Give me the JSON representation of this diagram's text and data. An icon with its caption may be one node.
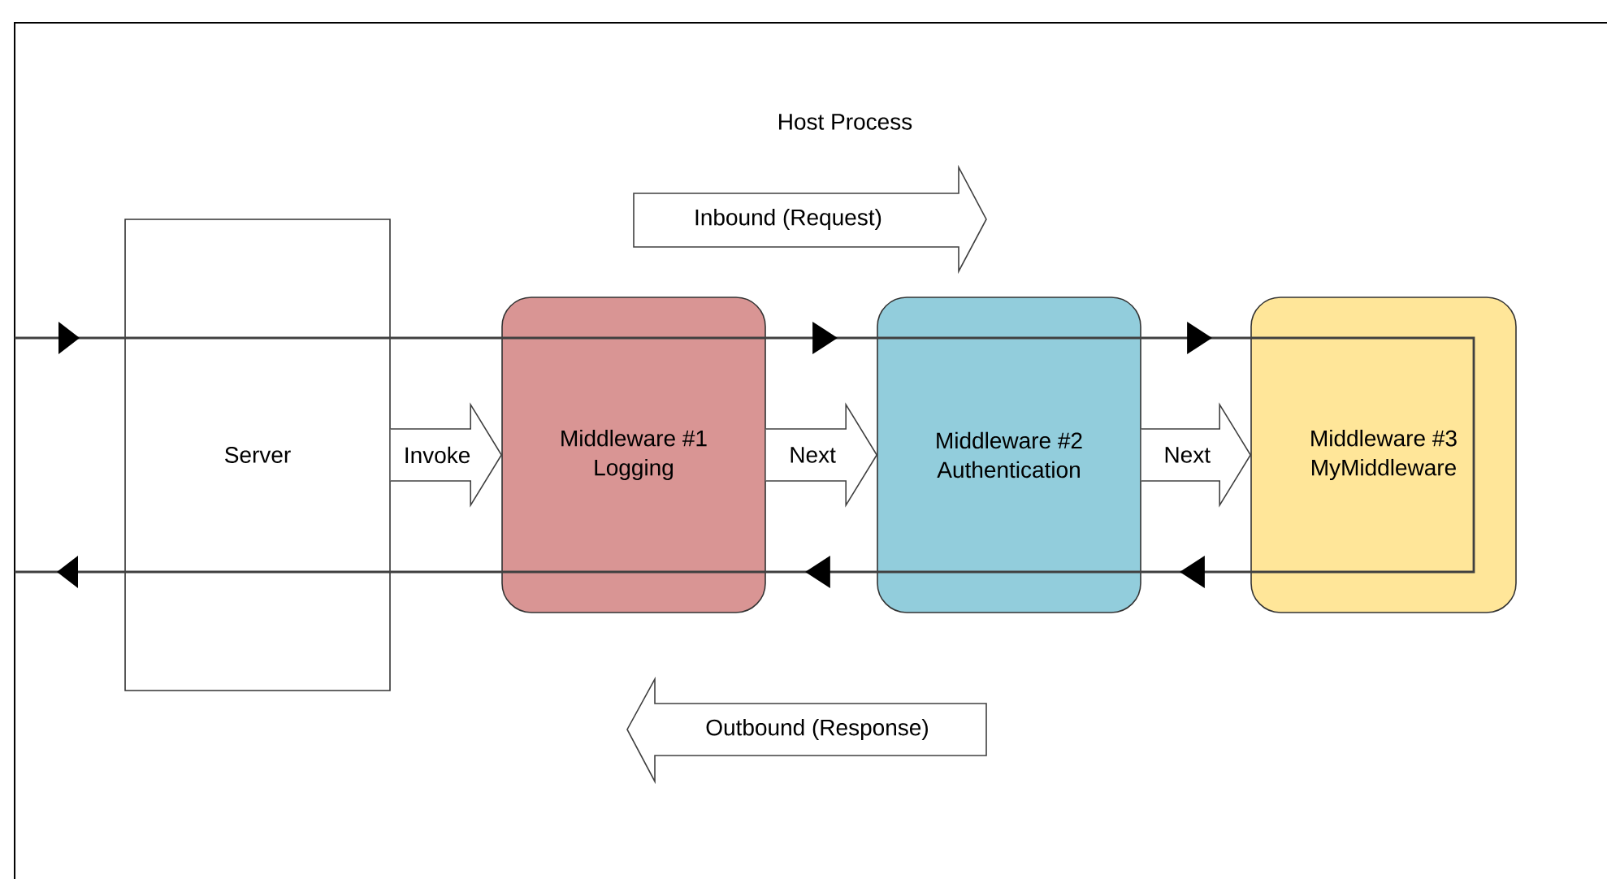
{
  "diagram": {
    "title": "Host Process",
    "nodes": [
      {
        "text": [
          "Server"
        ]
      },
      {
        "text": [
          "Middleware #1",
          "Logging"
        ]
      },
      {
        "text": [
          "Middleware #2",
          "Authentication"
        ]
      },
      {
        "text": [
          "Middleware #3",
          "MyMiddleware"
        ]
      }
    ],
    "edges": [
      {
        "from": 0,
        "to": 1,
        "arrow": "to",
        "label": "Invoke"
      },
      {
        "from": 1,
        "to": 2,
        "arrow": "to",
        "label": "Next"
      },
      {
        "from": 2,
        "to": 3,
        "arrow": "to",
        "label": "Next"
      },
      {
        "from": 0,
        "to": 1,
        "arrow": "none"
      },
      {
        "from": 1,
        "to": 2,
        "arrow": "to"
      },
      {
        "from": 2,
        "to": 3,
        "arrow": "to"
      },
      {
        "from": 3,
        "to": 2,
        "arrow": "to"
      },
      {
        "from": 2,
        "to": 1,
        "arrow": "to"
      },
      {
        "from": 1,
        "to": 0,
        "arrow": "none"
      }
    ],
    "labels": [
      "Inbound (Request)",
      "Outbound (Response)"
    ]
  }
}
